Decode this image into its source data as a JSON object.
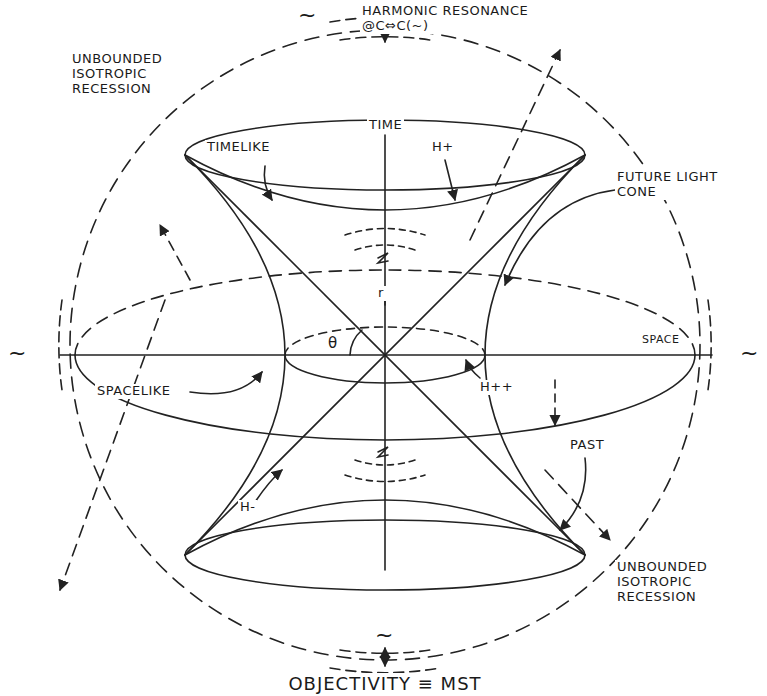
{
  "diagram": {
    "caption": "OBJECTIVITY ≡ MST",
    "labels": [
      "HARMONIC RESONANCE @C⇔C(~)",
      "UNBOUNDED ISOTROPIC RECESSION",
      "TIME",
      "TIMELIKE",
      "H+",
      "FUTURE LIGHT CONE",
      "SPACE",
      "r",
      "θ",
      "H++",
      "SPACELIKE",
      "PAST",
      "H-",
      "UNBOUNDED ISOTROPIC RECESSION",
      "~",
      "~",
      "~",
      "~"
    ]
  }
}
